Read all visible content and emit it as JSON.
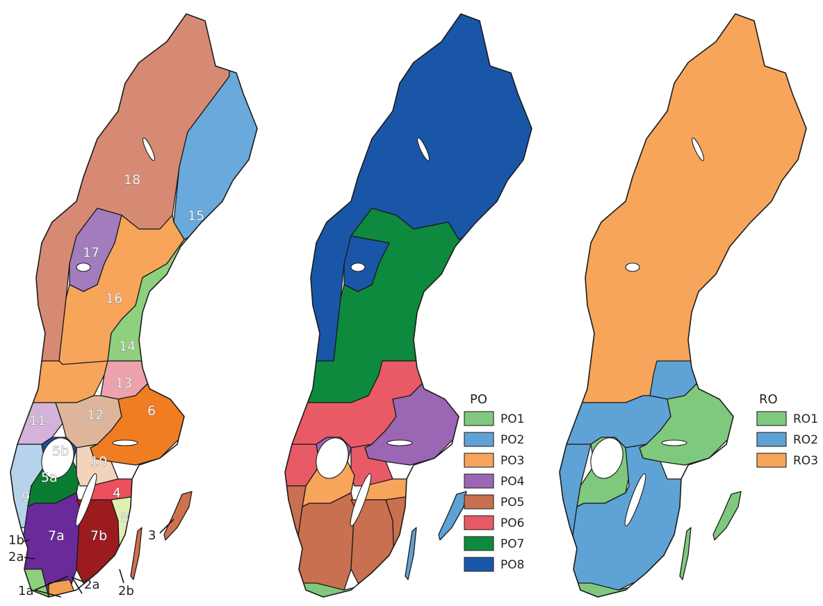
{
  "colors": {
    "po1": "#7fc97f",
    "po2": "#5fa2d6",
    "po3": "#f7a55a",
    "po4": "#9b66b4",
    "po5": "#c8704f",
    "po6": "#e85a66",
    "po7": "#0d8a3d",
    "po8": "#1a56a8",
    "c18": "#d68a74",
    "c17": "#a37cbd",
    "c16": "#f7a55a",
    "c15": "#6aa9dc",
    "c14": "#8fd07e",
    "c13": "#eda3ae",
    "c12": "#dcb59b",
    "c11": "#d4b2da",
    "c10": "#f2d3bc",
    "c9": "#b7d3eb",
    "c8": "#dff0b0",
    "c7a": "#6a2a9a",
    "c7b": "#9b1b1f",
    "c6": "#f07d22",
    "c5a": "#0b7d33",
    "c5b": "#1f4fa8",
    "c4": "#ee4f5c",
    "c3": "#d0714e",
    "c2": "#f0a050",
    "c1": "#8fd07e"
  },
  "map1": {
    "labels": {
      "r18": "18",
      "r17": "17",
      "r16": "16",
      "r15": "15",
      "r14": "14",
      "r13": "13",
      "r12": "12",
      "r11": "11",
      "r10": "10",
      "r9": "9",
      "r8": "8",
      "r7a": "7a",
      "r7b": "7b",
      "r6": "6",
      "r5a": "5a",
      "r5b": "5b",
      "r4": "4",
      "r3": "3",
      "r1b": "1b",
      "r2a_left": "2a",
      "r1a": "1a",
      "r2a_right": "2a",
      "r2b": "2b"
    }
  },
  "legend_po": {
    "title": "PO",
    "items": [
      "PO1",
      "PO2",
      "PO3",
      "PO4",
      "PO5",
      "PO6",
      "PO7",
      "PO8"
    ]
  },
  "legend_ro": {
    "title": "RO",
    "items": [
      "RO1",
      "RO2",
      "RO3"
    ]
  }
}
